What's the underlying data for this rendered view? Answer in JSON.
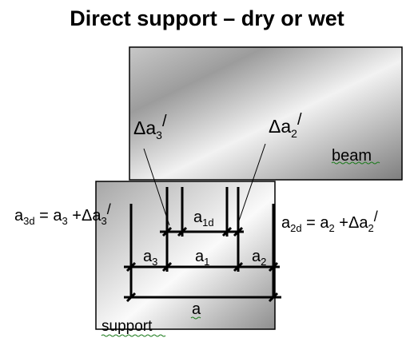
{
  "title": "Direct support – dry or wet",
  "labels": {
    "beam": "beam",
    "support": "support",
    "delta_a3_base": "Δa",
    "delta_a3_sub": "3",
    "delta_a3_prime": "/",
    "delta_a2_base": "Δa",
    "delta_a2_sub": "2",
    "delta_a2_prime": "/",
    "a1d_base": "a",
    "a1d_sub": "1d",
    "a3_base": "a",
    "a3_sub": "3",
    "a1_base": "a",
    "a1_sub": "1",
    "a2_base": "a",
    "a2_sub": "2",
    "a_total": "a"
  },
  "equations": {
    "left": {
      "lhs_base": "a",
      "lhs_sub": "3d",
      "eq": " = ",
      "t1_base": "a",
      "t1_sub": "3",
      "plus": " +Δa",
      "t2_sub": "3",
      "prime": "/"
    },
    "right": {
      "lhs_base": "a",
      "lhs_sub": "2d",
      "eq": " = ",
      "t1_base": "a",
      "t1_sub": "2",
      "plus": " +Δa",
      "t2_sub": "2",
      "prime": "/"
    }
  },
  "colors": {
    "grad_light": "#fafafa",
    "grad_dark": "#8a8a8a",
    "outline": "#000000"
  }
}
